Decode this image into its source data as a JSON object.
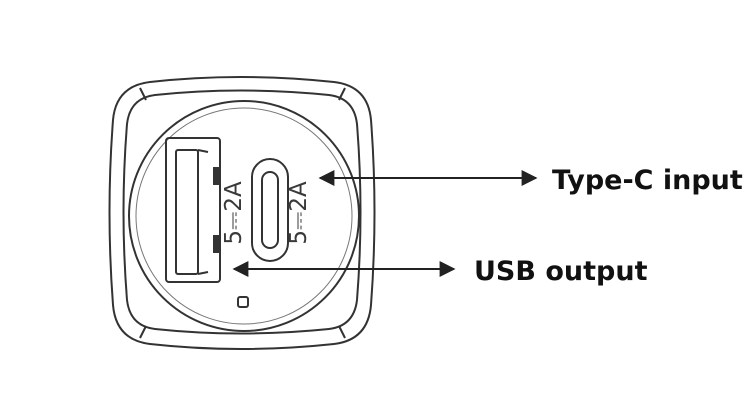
{
  "labels": {
    "type_c": "Type-C input",
    "usb": "USB output"
  },
  "ratings": {
    "usb_rating": "5⎓2A",
    "typec_rating": "5⎓2A"
  },
  "colors": {
    "line": "#333333",
    "text": "#111111"
  }
}
